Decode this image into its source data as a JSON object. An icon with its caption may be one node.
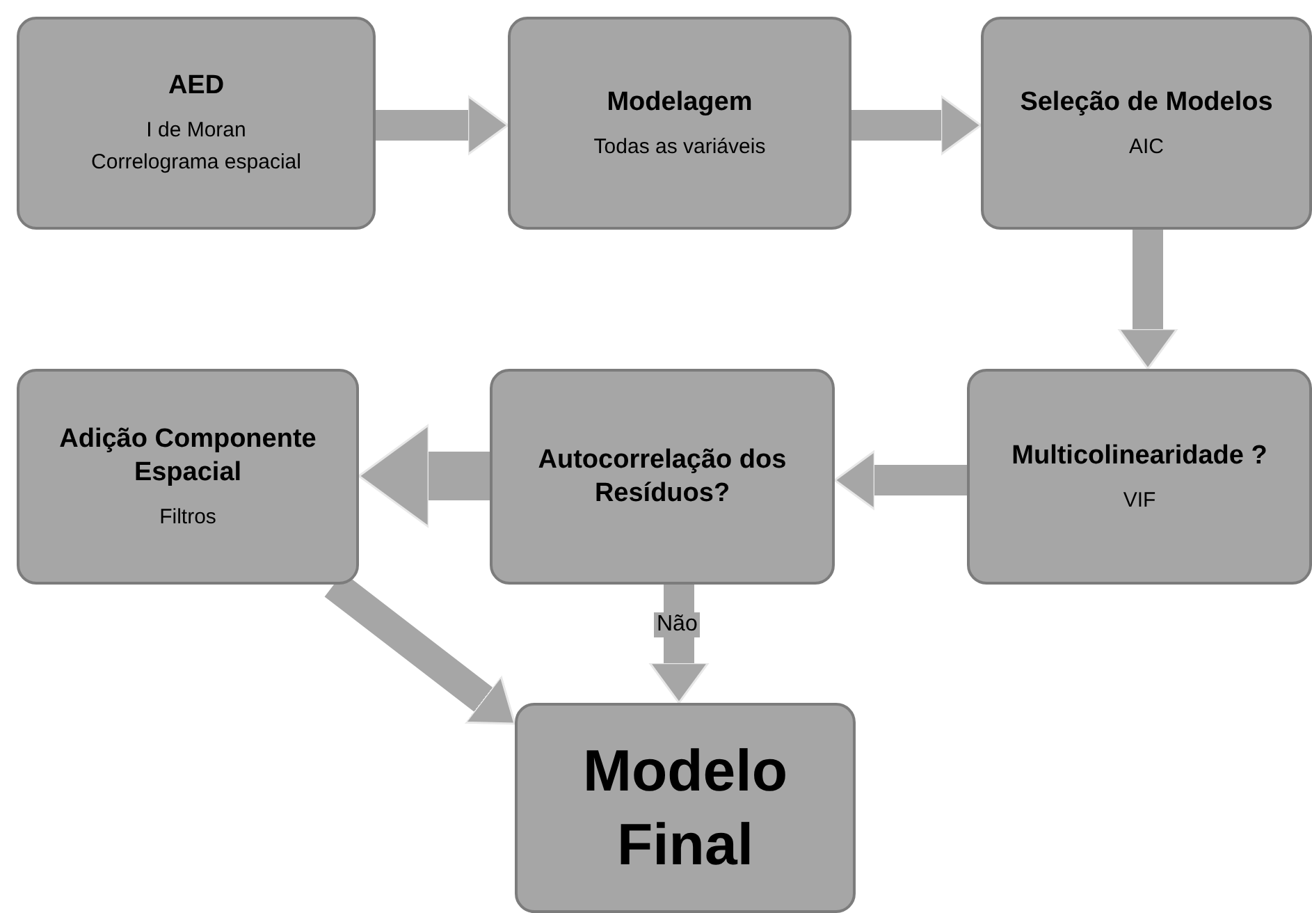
{
  "diagram": {
    "nodes": [
      {
        "text": [
          "AED",
          "I de Moran",
          "Correlograma espacial"
        ]
      },
      {
        "text": [
          "Modelagem",
          "Todas as variáveis"
        ]
      },
      {
        "text": [
          "Seleção de Modelos",
          "AIC"
        ]
      },
      {
        "text": [
          "Adição Componente Espacial",
          "Filtros"
        ]
      },
      {
        "text": [
          "Autocorrelação dos Resíduos?"
        ]
      },
      {
        "text": [
          "Multicolinearidade ?",
          "VIF"
        ]
      },
      {
        "text": [
          "Modelo Final"
        ]
      }
    ],
    "edges": [
      {
        "from": 0,
        "to": 1,
        "arrow": "to"
      },
      {
        "from": 1,
        "to": 2,
        "arrow": "to"
      },
      {
        "from": 2,
        "to": 5,
        "arrow": "to"
      },
      {
        "from": 5,
        "to": 4,
        "arrow": "to"
      },
      {
        "from": 4,
        "to": 3,
        "arrow": "to"
      },
      {
        "from": 4,
        "to": 6,
        "arrow": "to",
        "label": "Não"
      },
      {
        "from": 3,
        "to": 6,
        "arrow": "to"
      }
    ]
  }
}
